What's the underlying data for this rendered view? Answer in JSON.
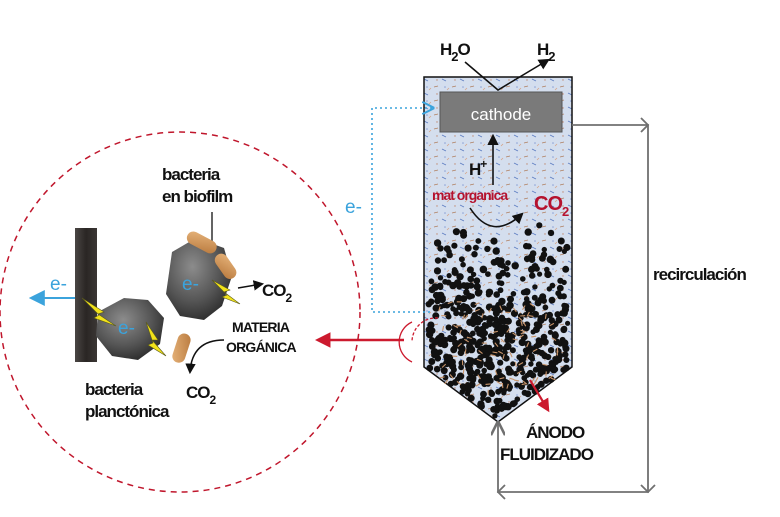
{
  "reactor": {
    "top_input": "H",
    "top_input_sub": "2",
    "top_input_tail": "O",
    "top_output": "H",
    "top_output_sub": "2",
    "cathode_label": "cathode",
    "proton_label": "H",
    "proton_sup": "+",
    "organic_label": "mat organica",
    "co2_label": "CO",
    "co2_sub": "2",
    "electron_label": "e-",
    "recirculation_label": "recirculación",
    "anode_label_line1": "ÁNODO",
    "anode_label_line2": "FLUIDIZADO"
  },
  "zoom": {
    "biofilm_label_line1": "bacteria",
    "biofilm_label_line2": "en biofilm",
    "planktonic_label_line1": "bacteria",
    "planktonic_label_line2": "planctónica",
    "organic_label_line1": "MATERIA",
    "organic_label_line2": "ORGÁNICA",
    "co2_label": "CO",
    "co2_sub": "2",
    "electron_label": "e-"
  },
  "colors": {
    "electron": "#3ba3dc",
    "organic_matter": "#b5122e",
    "dashed_circle": "#c0162c",
    "cathode_fill": "#7a7a7a",
    "recirculation_line": "#707070"
  }
}
